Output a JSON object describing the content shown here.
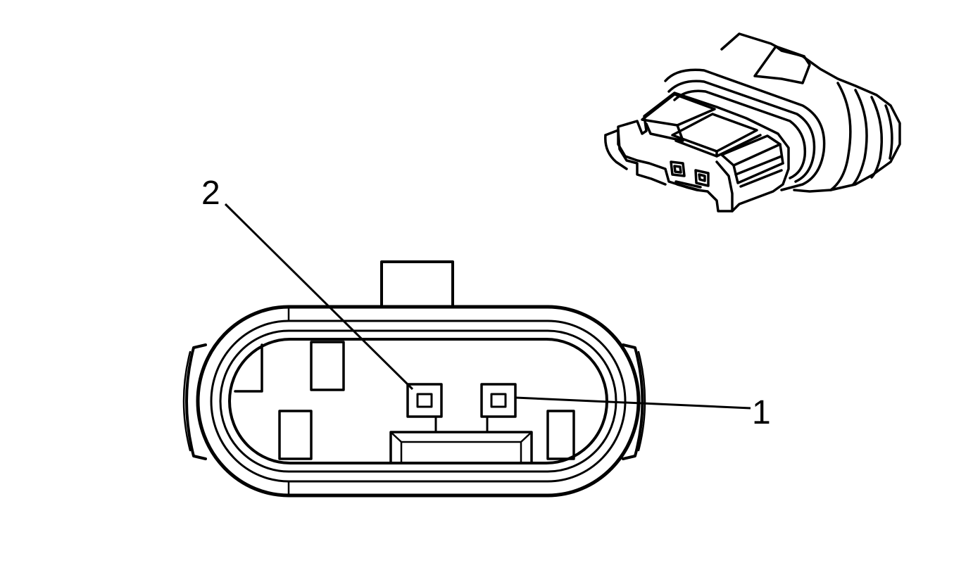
{
  "diagram": {
    "callouts": [
      {
        "label": "1",
        "target": "terminal-1"
      },
      {
        "label": "2",
        "target": "terminal-2"
      }
    ]
  },
  "colors": {
    "ink": "#000000",
    "background": "#ffffff"
  },
  "icons": {
    "connector_view": "connector-isometric-icon"
  }
}
